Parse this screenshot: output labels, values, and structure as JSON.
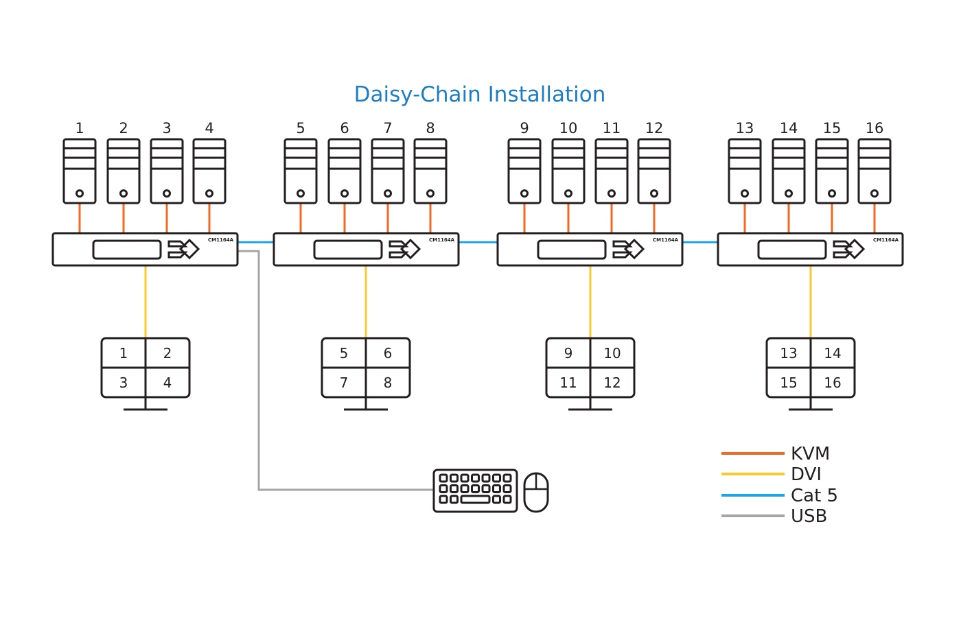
{
  "title": "Daisy-Chain Installation",
  "colors": {
    "title": "#1f7dc1",
    "kvm": "#f06a24",
    "dvi": "#f9c832",
    "cat5": "#1ea3e6",
    "usb": "#a5a5a5",
    "outline": "#231f20"
  },
  "switches": [
    {
      "model": "CM1164A",
      "computers": [
        "1",
        "2",
        "3",
        "4"
      ],
      "monitor_screens": [
        "1",
        "2",
        "3",
        "4"
      ]
    },
    {
      "model": "CM1164A",
      "computers": [
        "5",
        "6",
        "7",
        "8"
      ],
      "monitor_screens": [
        "5",
        "6",
        "7",
        "8"
      ]
    },
    {
      "model": "CM1164A",
      "computers": [
        "9",
        "10",
        "11",
        "12"
      ],
      "monitor_screens": [
        "9",
        "10",
        "11",
        "12"
      ]
    },
    {
      "model": "CM1164A",
      "computers": [
        "13",
        "14",
        "15",
        "16"
      ],
      "monitor_screens": [
        "13",
        "14",
        "15",
        "16"
      ]
    }
  ],
  "console": {
    "devices": [
      "keyboard",
      "mouse"
    ]
  },
  "legend": [
    {
      "label": "KVM",
      "color_key": "kvm"
    },
    {
      "label": "DVI",
      "color_key": "dvi"
    },
    {
      "label": "Cat 5",
      "color_key": "cat5"
    },
    {
      "label": "USB",
      "color_key": "usb"
    }
  ]
}
